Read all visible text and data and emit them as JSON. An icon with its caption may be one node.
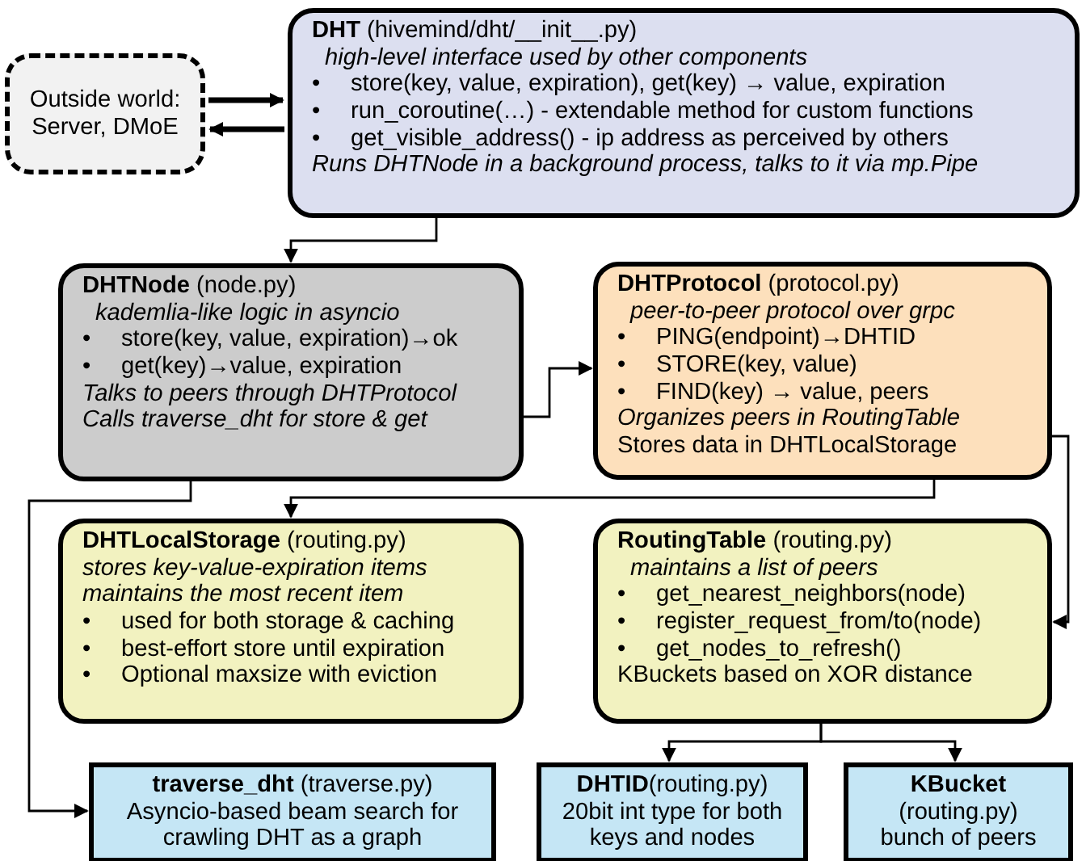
{
  "diagram": {
    "nodes": [
      {
        "text": [
          "Outside world: Server, DMoE"
        ]
      },
      {
        "text": [
          "**DHT** (hivemind/dht/__init__.py)",
          "high-level interface used by other components",
          "• store(key, value, expiration), get(key) → value, expiration",
          "• run_coroutine(…) - extendable method for custom functions",
          "• get_visible_address() - ip address as perceived by others",
          "Runs DHTNode in a background process, talks to it via mp.Pipe"
        ]
      },
      {
        "text": [
          "**DHTNode** (node.py)",
          "kademlia-like logic in asyncio",
          "• store(key, value, expiration)→ok",
          "• get(key)→value, expiration",
          "Talks to peers through DHTProtocol",
          "Calls traverse_dht for store & get"
        ]
      },
      {
        "text": [
          "**DHTProtocol** (protocol.py)",
          "peer-to-peer protocol over grpc",
          "• PING(endpoint)→DHTID",
          "• STORE(key, value)",
          "• FIND(key) → value, peers",
          "Organizes peers in RoutingTable",
          "Stores data in DHTLocalStorage"
        ]
      },
      {
        "text": [
          "**DHTLocalStorage** (routing.py)",
          "stores key-value-expiration items maintains the most recent item",
          "• used for both storage & caching",
          "• best-effort store until expiration",
          "• Optional maxsize with eviction"
        ]
      },
      {
        "text": [
          "**RoutingTable** (routing.py)",
          "maintains a list of peers",
          "• get_nearest_neighbors(node)",
          "• register_request_from/to(node)",
          "• get_nodes_to_refresh()",
          "KBuckets based on XOR distance"
        ]
      },
      {
        "text": [
          "**traverse_dht** (traverse.py)",
          "Asyncio-based beam search for crawling DHT as a graph"
        ]
      },
      {
        "text": [
          "**DHTID**(routing.py)",
          "20bit int type for both keys and nodes"
        ]
      },
      {
        "text": [
          "**KBucket** (routing.py)",
          "bunch of peers"
        ]
      }
    ],
    "edges": [
      {
        "from": 0,
        "to": 1,
        "arrow": "to",
        "style": "thick"
      },
      {
        "from": 1,
        "to": 0,
        "arrow": "to",
        "style": "thick"
      },
      {
        "from": 1,
        "to": 2,
        "arrow": "to"
      },
      {
        "from": 2,
        "to": 3,
        "arrow": "to"
      },
      {
        "from": 2,
        "to": 6,
        "arrow": "to"
      },
      {
        "from": 3,
        "to": 4,
        "arrow": "to"
      },
      {
        "from": 3,
        "to": 5,
        "arrow": "to"
      },
      {
        "from": 5,
        "to": 7,
        "arrow": "to"
      },
      {
        "from": 5,
        "to": 8,
        "arrow": "to"
      }
    ]
  }
}
